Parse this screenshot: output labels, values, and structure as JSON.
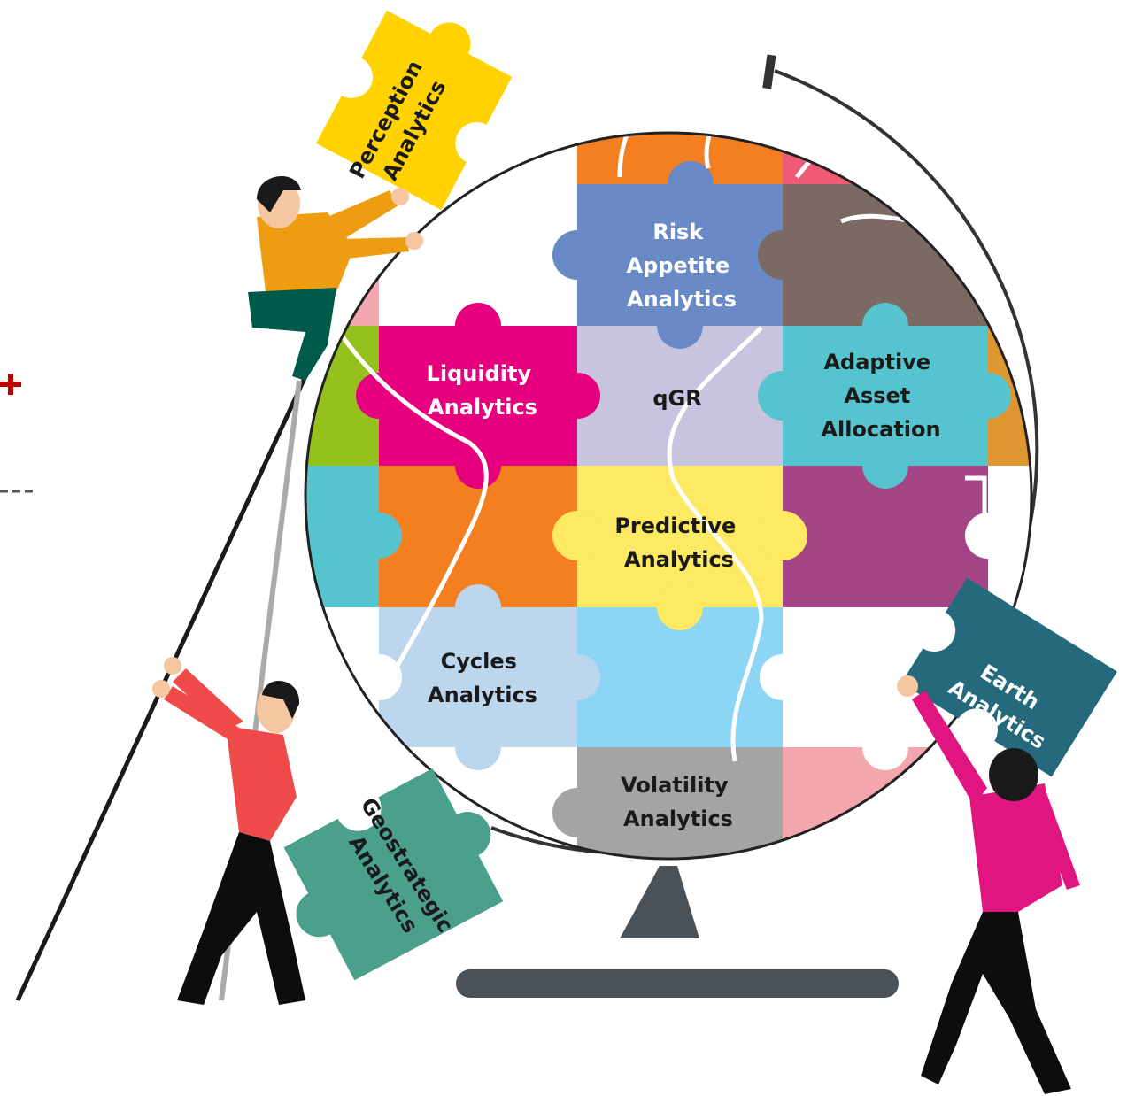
{
  "pieces": {
    "risk_appetite": {
      "lines": [
        "Risk",
        "Appetite",
        "Analytics"
      ],
      "color": "#6a8ac7",
      "text_color": "#ffffff"
    },
    "liquidity": {
      "lines": [
        "Liquidity",
        "Analytics"
      ],
      "color": "#e6007e",
      "text_color": "#ffffff"
    },
    "qgr": {
      "lines": [
        "qGR"
      ],
      "color": "#c8c4e0",
      "text_color": "#1a1a1a"
    },
    "adaptive": {
      "lines": [
        "Adaptive",
        "Asset",
        "Allocation"
      ],
      "color": "#55c4cf",
      "text_color": "#1a1a1a"
    },
    "predictive": {
      "lines": [
        "Predictive",
        "Analytics"
      ],
      "color": "#fde962",
      "text_color": "#1a1a1a"
    },
    "cycles": {
      "lines": [
        "Cycles",
        "Analytics"
      ],
      "color": "#bcd6ee",
      "text_color": "#1a1a1a"
    },
    "volatility": {
      "lines": [
        "Volatility",
        "Analytics"
      ],
      "color": "#a4a4a4",
      "text_color": "#1a1a1a"
    },
    "perception": {
      "lines": [
        "Perception",
        "Analytics"
      ],
      "color": "#ffd200",
      "text_color": "#1a1a1a"
    },
    "earth": {
      "lines": [
        "Earth",
        "Analytics"
      ],
      "color": "#246a7c",
      "text_color": "#ffffff"
    },
    "geostrategic": {
      "lines": [
        "Geostrategic",
        "Analytics"
      ],
      "color": "#4aa08b",
      "text_color": "#1a1a1a"
    }
  },
  "colors": {
    "globe_stand": "#4a5257",
    "plus_marker": "#c00000",
    "skin": "#f5c7a0",
    "hair": "#1a1a1a"
  },
  "icons": [
    "plus-icon",
    "globe-icon",
    "puzzle-piece-icon",
    "person-icon"
  ]
}
